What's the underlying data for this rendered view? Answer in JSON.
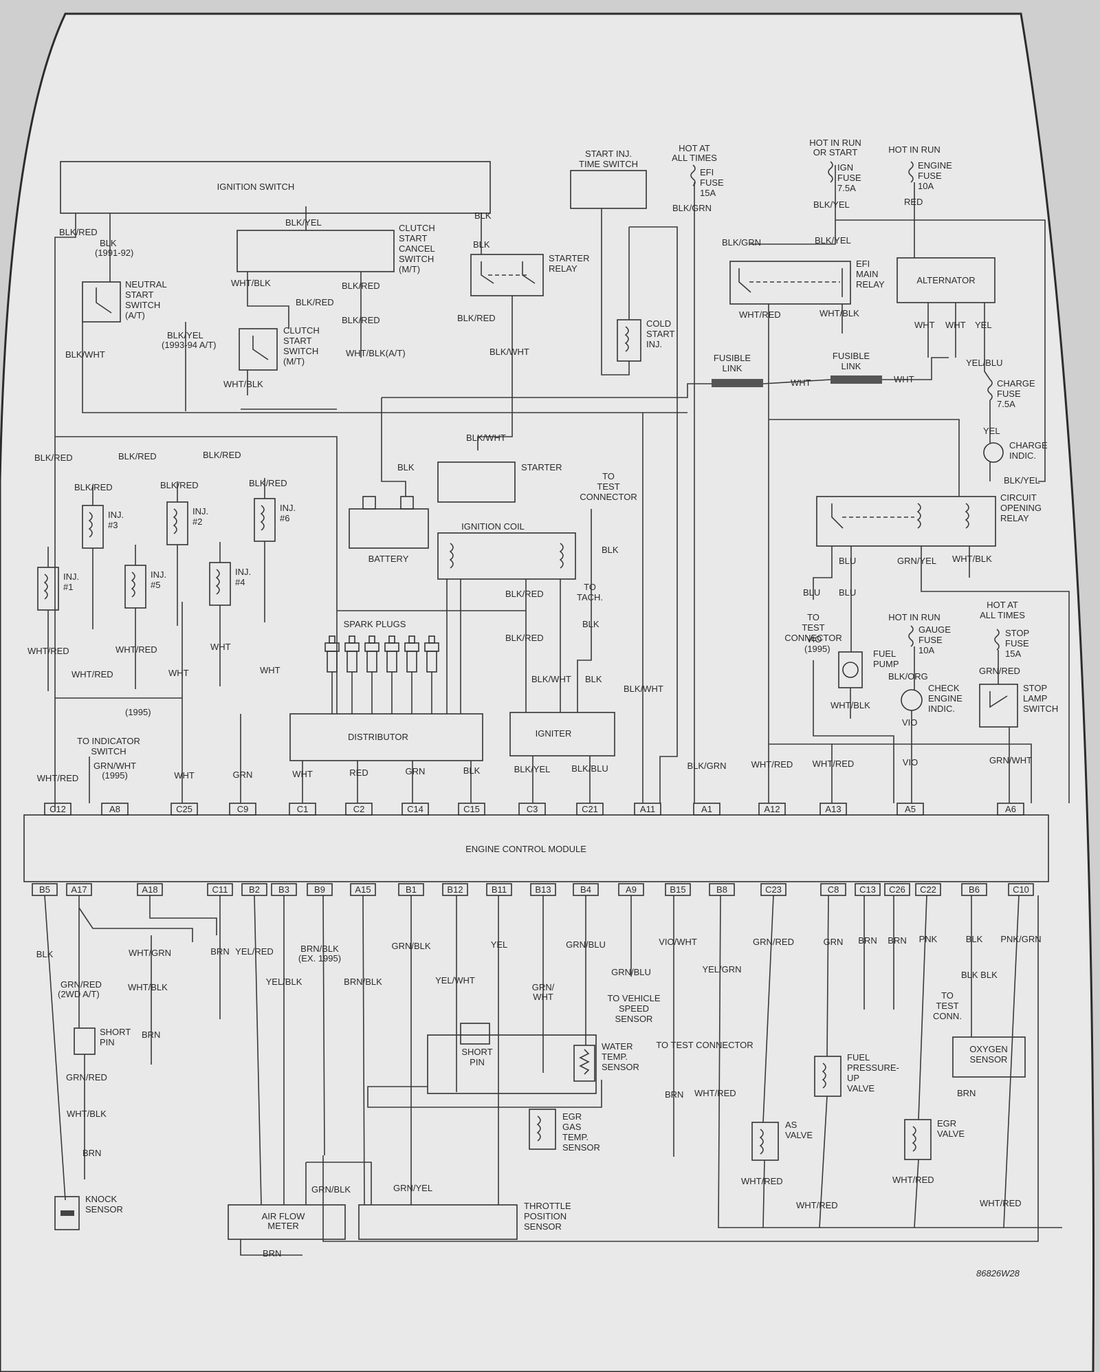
{
  "page": {
    "figure_id": "86826W28",
    "colors": {
      "paper": "#e9e9e9",
      "ink": "#2f2f2f",
      "background": "#cfcfcf"
    }
  },
  "components": {
    "ignition_switch": "IGNITION SWITCH",
    "clutch_start_cancel": [
      "CLUTCH",
      "START",
      "CANCEL",
      "SWITCH",
      "(M/T)"
    ],
    "neutral_start": [
      "NEUTRAL",
      "START",
      "SWITCH",
      "(A/T)"
    ],
    "clutch_start": [
      "CLUTCH",
      "START",
      "SWITCH",
      "(M/T)"
    ],
    "starter_relay": [
      "STARTER",
      "RELAY"
    ],
    "start_inj_time": [
      "START INJ.",
      "TIME SWITCH"
    ],
    "cold_start": [
      "COLD",
      "START",
      "INJ."
    ],
    "hot_at_all_times_1": [
      "HOT AT",
      "ALL TIMES"
    ],
    "efi_fuse": [
      "EFI",
      "FUSE",
      "15A"
    ],
    "hot_run_start": [
      "HOT IN RUN",
      "OR START"
    ],
    "ign_fuse": [
      "IGN",
      "FUSE",
      "7.5A"
    ],
    "hot_in_run_1": "HOT IN RUN",
    "engine_fuse": [
      "ENGINE",
      "FUSE",
      "10A"
    ],
    "efi_main_relay": [
      "EFI",
      "MAIN",
      "RELAY"
    ],
    "alternator": "ALTERNATOR",
    "fusible_link": [
      "FUSIBLE",
      "LINK"
    ],
    "charge_fuse": [
      "CHARGE",
      "FUSE",
      "7.5A"
    ],
    "charge_indic": [
      "CHARGE",
      "INDIC."
    ],
    "starter": "STARTER",
    "battery": "BATTERY",
    "to_test_connector": [
      "TO",
      "TEST",
      "CONNECTOR"
    ],
    "ignition_coil": "IGNITION COIL",
    "to_tach": [
      "TO",
      "TACH."
    ],
    "spark_plugs": "SPARK PLUGS",
    "distributor": "DISTRIBUTOR",
    "igniter": "IGNITER",
    "circuit_opening_relay": [
      "CIRCUIT",
      "OPENING",
      "RELAY"
    ],
    "to_test_connector_2": [
      "TO",
      "TEST",
      "CONNECTOR"
    ],
    "fuel_pump": [
      "FUEL",
      "PUMP"
    ],
    "hot_in_run_2": "HOT IN RUN",
    "gauge_fuse": [
      "GAUGE",
      "FUSE",
      "10A"
    ],
    "check_engine": [
      "CHECK",
      "ENGINE",
      "INDIC."
    ],
    "hot_at_all_times_2": [
      "HOT AT",
      "ALL TIMES"
    ],
    "stop_fuse": [
      "STOP",
      "FUSE",
      "15A"
    ],
    "stop_lamp": [
      "STOP",
      "LAMP",
      "SWITCH"
    ],
    "to_indicator": [
      "TO INDICATOR",
      "SWITCH"
    ],
    "ecm": "ENGINE CONTROL MODULE",
    "knock_sensor": [
      "KNOCK",
      "SENSOR"
    ],
    "short_pin_1": [
      "SHORT",
      "PIN"
    ],
    "short_pin_2": [
      "SHORT",
      "PIN"
    ],
    "water_temp": [
      "WATER",
      "TEMP.",
      "SENSOR"
    ],
    "to_test_connector_3": "TO TEST CONNECTOR",
    "egr_gas_temp": [
      "EGR",
      "GAS",
      "TEMP.",
      "SENSOR"
    ],
    "to_vehicle_speed": [
      "TO VEHICLE",
      "SPEED",
      "SENSOR"
    ],
    "air_flow_meter": [
      "AIR FLOW",
      "METER"
    ],
    "throttle_position": [
      "THROTTLE",
      "POSITION",
      "SENSOR"
    ],
    "fuel_pressure_up": [
      "FUEL",
      "PRESSURE-",
      "UP",
      "VALVE"
    ],
    "as_valve": [
      "AS",
      "VALVE"
    ],
    "egr_valve": [
      "EGR",
      "VALVE"
    ],
    "oxygen_sensor": [
      "OXYGEN",
      "SENSOR"
    ],
    "to_test_conn": [
      "TO",
      "TEST",
      "CONN."
    ]
  },
  "injectors": [
    {
      "name": "INJ.",
      "num": "#1"
    },
    {
      "name": "INJ.",
      "num": "#5"
    },
    {
      "name": "INJ.",
      "num": "#4"
    },
    {
      "name": "INJ.",
      "num": "#3"
    },
    {
      "name": "INJ.",
      "num": "#2"
    },
    {
      "name": "INJ.",
      "num": "#6"
    }
  ],
  "wire_labels": {
    "ign_blk_red": "BLK/RED",
    "ign_blk_91": [
      "BLK",
      "(1991-92)"
    ],
    "ign_blk_yel": "BLK/YEL",
    "ign_blk": "BLK",
    "ccs_wht_blk": "WHT/BLK",
    "ccs_blk_red": "BLK/RED",
    "cs_blk_red": "BLK/RED",
    "cs_blk_red2": "BLK/RED",
    "cs_wht_blk": "WHT/BLK",
    "cs_wht_blk_at": "WHT/BLK(A/T)",
    "blk_yel_93": [
      "BLK/YEL",
      "(1993-94 A/T)"
    ],
    "blk_wht_left": "BLK/WHT",
    "relay_blk": "BLK",
    "relay_blk_red": "BLK/RED",
    "relay_blk_wht": "BLK/WHT",
    "efi_blk_grn": "BLK/GRN",
    "ign_blk_yel2": "BLK/YEL",
    "eng_red": "RED",
    "efi_blk_grn2": "BLK/GRN",
    "efi_blk_yel": "BLK/YEL",
    "efi_wht_red": "WHT/RED",
    "efi_wht_blk": "WHT/BLK",
    "alt_wht1": "WHT",
    "alt_wht2": "WHT",
    "alt_yel": "YEL",
    "fl_wht1": "WHT",
    "fl_wht2": "WHT",
    "yel_blu": "YEL/BLU",
    "charge_yel": "YEL",
    "charge_blk_yel": "BLK/YEL",
    "inj_blk_red_1": "BLK/RED",
    "inj_blk_red_2": "BLK/RED",
    "inj_blk_red_3": "BLK/RED",
    "inj_blk_red_4": "BLK/RED",
    "inj_blk_red_5": "BLK/RED",
    "inj_blk_red_6": "BLK/RED",
    "starter_blk_wht": "BLK/WHT",
    "starter_blk": "BLK",
    "test_blk": "BLK",
    "tach_blk": "BLK",
    "coil_blk_red": "BLK/RED",
    "coil_blk_red2": "BLK/RED",
    "igniter_blk_wht": "BLK/WHT",
    "igniter_blk": "BLK",
    "blk_wht_a11": "BLK/WHT",
    "inj_wht_red1": "WHT/RED",
    "inj_wht_red2": "WHT/RED",
    "inj_wht_red3": "WHT/RED",
    "inj_wht1": "WHT",
    "inj_wht2": "WHT",
    "inj_wht3": "WHT",
    "y1995": "(1995)",
    "cor_blu1": "BLU",
    "cor_grn_yel": "GRN/YEL",
    "cor_wht_blk": "WHT/BLK",
    "pump_blu": "BLU",
    "pump_blu2": "BLU",
    "vio_1995": [
      "VIO",
      "(1995)"
    ],
    "pump_wht_blk": "WHT/BLK",
    "gauge_blk_org": "BLK/ORG",
    "check_vio": "VIO",
    "stop_grn_red": "GRN/RED",
    "top_pins": [
      "WHT/RED",
      [
        "GRN/WHT",
        "(1995)"
      ],
      "WHT",
      "GRN",
      "WHT",
      "RED",
      "GRN",
      "BLK",
      "BLK/YEL",
      "BLK/BLU",
      "",
      "BLK/GRN",
      "WHT/RED",
      "WHT/RED",
      "VIO",
      "GRN/WHT"
    ],
    "bottom_pins": [
      "BLK",
      "",
      "WHT/GRN",
      "BRN",
      "YEL/RED",
      "YEL/BLK",
      [
        "BRN/BLK",
        "(EX. 1995)"
      ],
      "BRN/BLK",
      "GRN/BLK",
      "YEL/WHT",
      "YEL",
      [
        "GRN/",
        "WHT"
      ],
      "GRN/BLU",
      "GRN/BLU",
      "VIO/WHT",
      "YEL/GRN",
      "GRN/RED",
      "GRN",
      "BRN",
      "BRN",
      "PNK",
      "BLK",
      "PNK/GRN"
    ],
    "a17_grn_red": [
      "GRN/RED",
      "(2WD A/T)"
    ],
    "a18_wht_blk": "WHT/BLK",
    "a18_brn": "BRN",
    "knock_grn_red": "GRN/RED",
    "knock_wht_blk": "WHT/BLK",
    "knock_brn": "BRN",
    "b15_brn": "BRN",
    "b8_wht_red": "WHT/RED",
    "afm_grn_blk": "GRN/BLK",
    "tps_grn_yel": "GRN/YEL",
    "afm_brn": "BRN",
    "as_wht_red": "WHT/RED",
    "fpu_wht_red": "WHT/RED",
    "egr_wht_red": "WHT/RED",
    "o2_wht_red": "WHT/RED",
    "o2_blk_blk": "BLK BLK",
    "o2_brn": "BRN"
  },
  "pins": {
    "top": [
      "C12",
      "A8",
      "C25",
      "C9",
      "C1",
      "C2",
      "C14",
      "C15",
      "C3",
      "C21",
      "A11",
      "A1",
      "A12",
      "A13",
      "A5",
      "A6"
    ],
    "bottom": [
      "B5",
      "A17",
      "A18",
      "C11",
      "B2",
      "B3",
      "B9",
      "A15",
      "B1",
      "B12",
      "B11",
      "B13",
      "B4",
      "A9",
      "B15",
      "B8",
      "C23",
      "C8",
      "C13",
      "C26",
      "C22",
      "B6",
      "C10"
    ]
  }
}
